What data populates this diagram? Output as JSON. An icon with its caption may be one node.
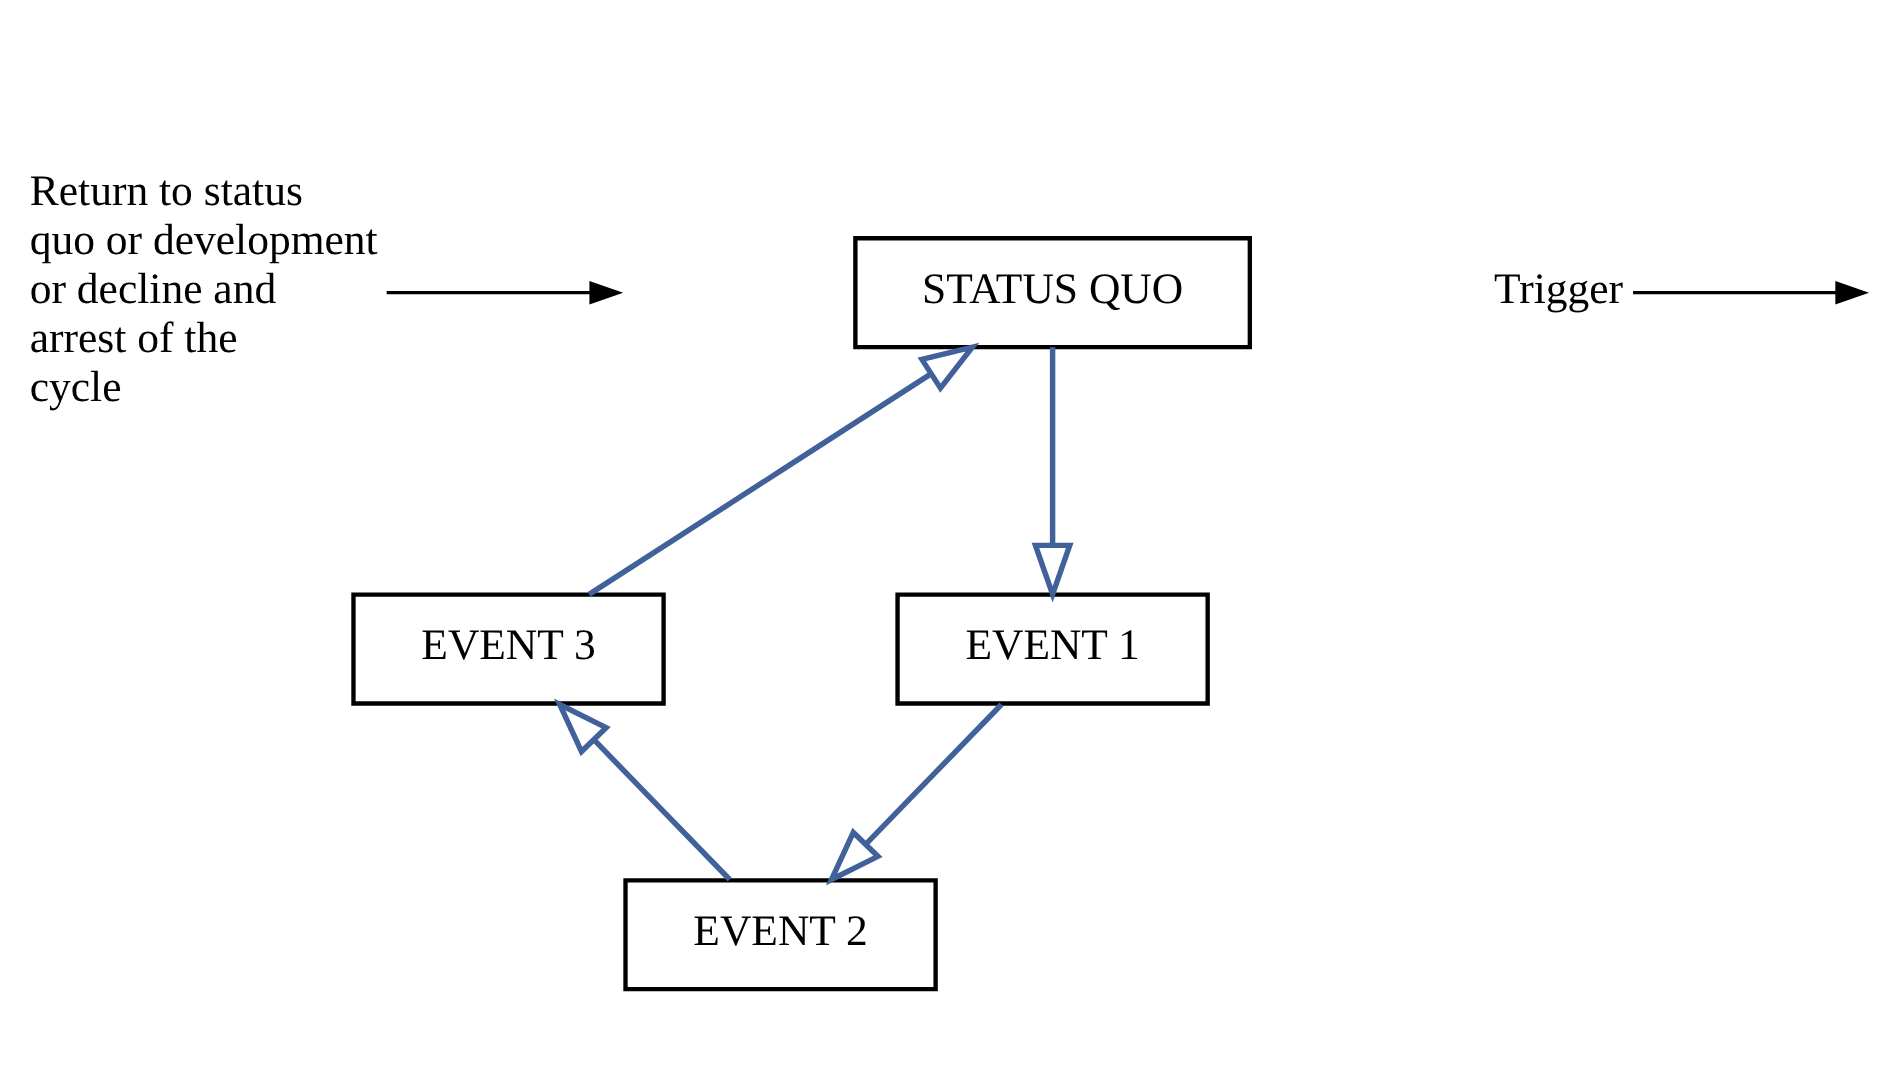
{
  "diagram": {
    "nodes": [
      {
        "text": [
          "STATUS QUO"
        ]
      },
      {
        "text": [
          "EVENT 1"
        ]
      },
      {
        "text": [
          "EVENT 2"
        ]
      },
      {
        "text": [
          "EVENT 3"
        ]
      },
      {
        "text": [
          "Trigger"
        ]
      },
      {
        "text": [
          "Return to status quo or development or decline and arrest of the cycle"
        ]
      }
    ],
    "edges": [
      {
        "from": 0,
        "to": 1,
        "arrow": "to"
      },
      {
        "from": 1,
        "to": 2,
        "arrow": "to"
      },
      {
        "from": 2,
        "to": 3,
        "arrow": "to"
      },
      {
        "from": 3,
        "to": 0,
        "arrow": "to"
      },
      {
        "from": 4,
        "to": null,
        "arrow": "to",
        "color": "#000000"
      },
      {
        "from": 5,
        "to": null,
        "arrow": "to",
        "color": "#000000"
      }
    ]
  }
}
